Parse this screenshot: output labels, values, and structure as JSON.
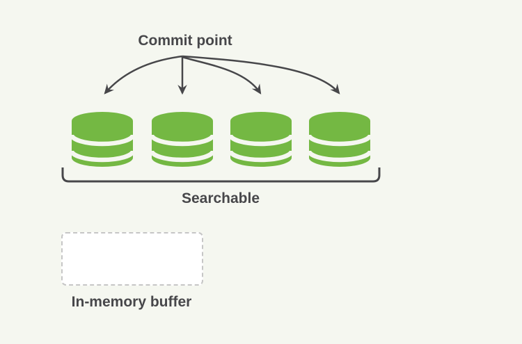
{
  "labels": {
    "commit_point": "Commit point",
    "searchable": "Searchable",
    "in_memory_buffer": "In-memory buffer"
  },
  "segments": {
    "count": 4,
    "icon": "database-icon",
    "description_visible": false
  },
  "arrows": {
    "count": 4,
    "icon": "curved-down-arrow-icon"
  },
  "colors": {
    "bg": "#F5F7F0",
    "green": "#74B843",
    "ink": "#47474A",
    "dash": "#C6C6C6",
    "box_fill": "#FFFFFF"
  }
}
